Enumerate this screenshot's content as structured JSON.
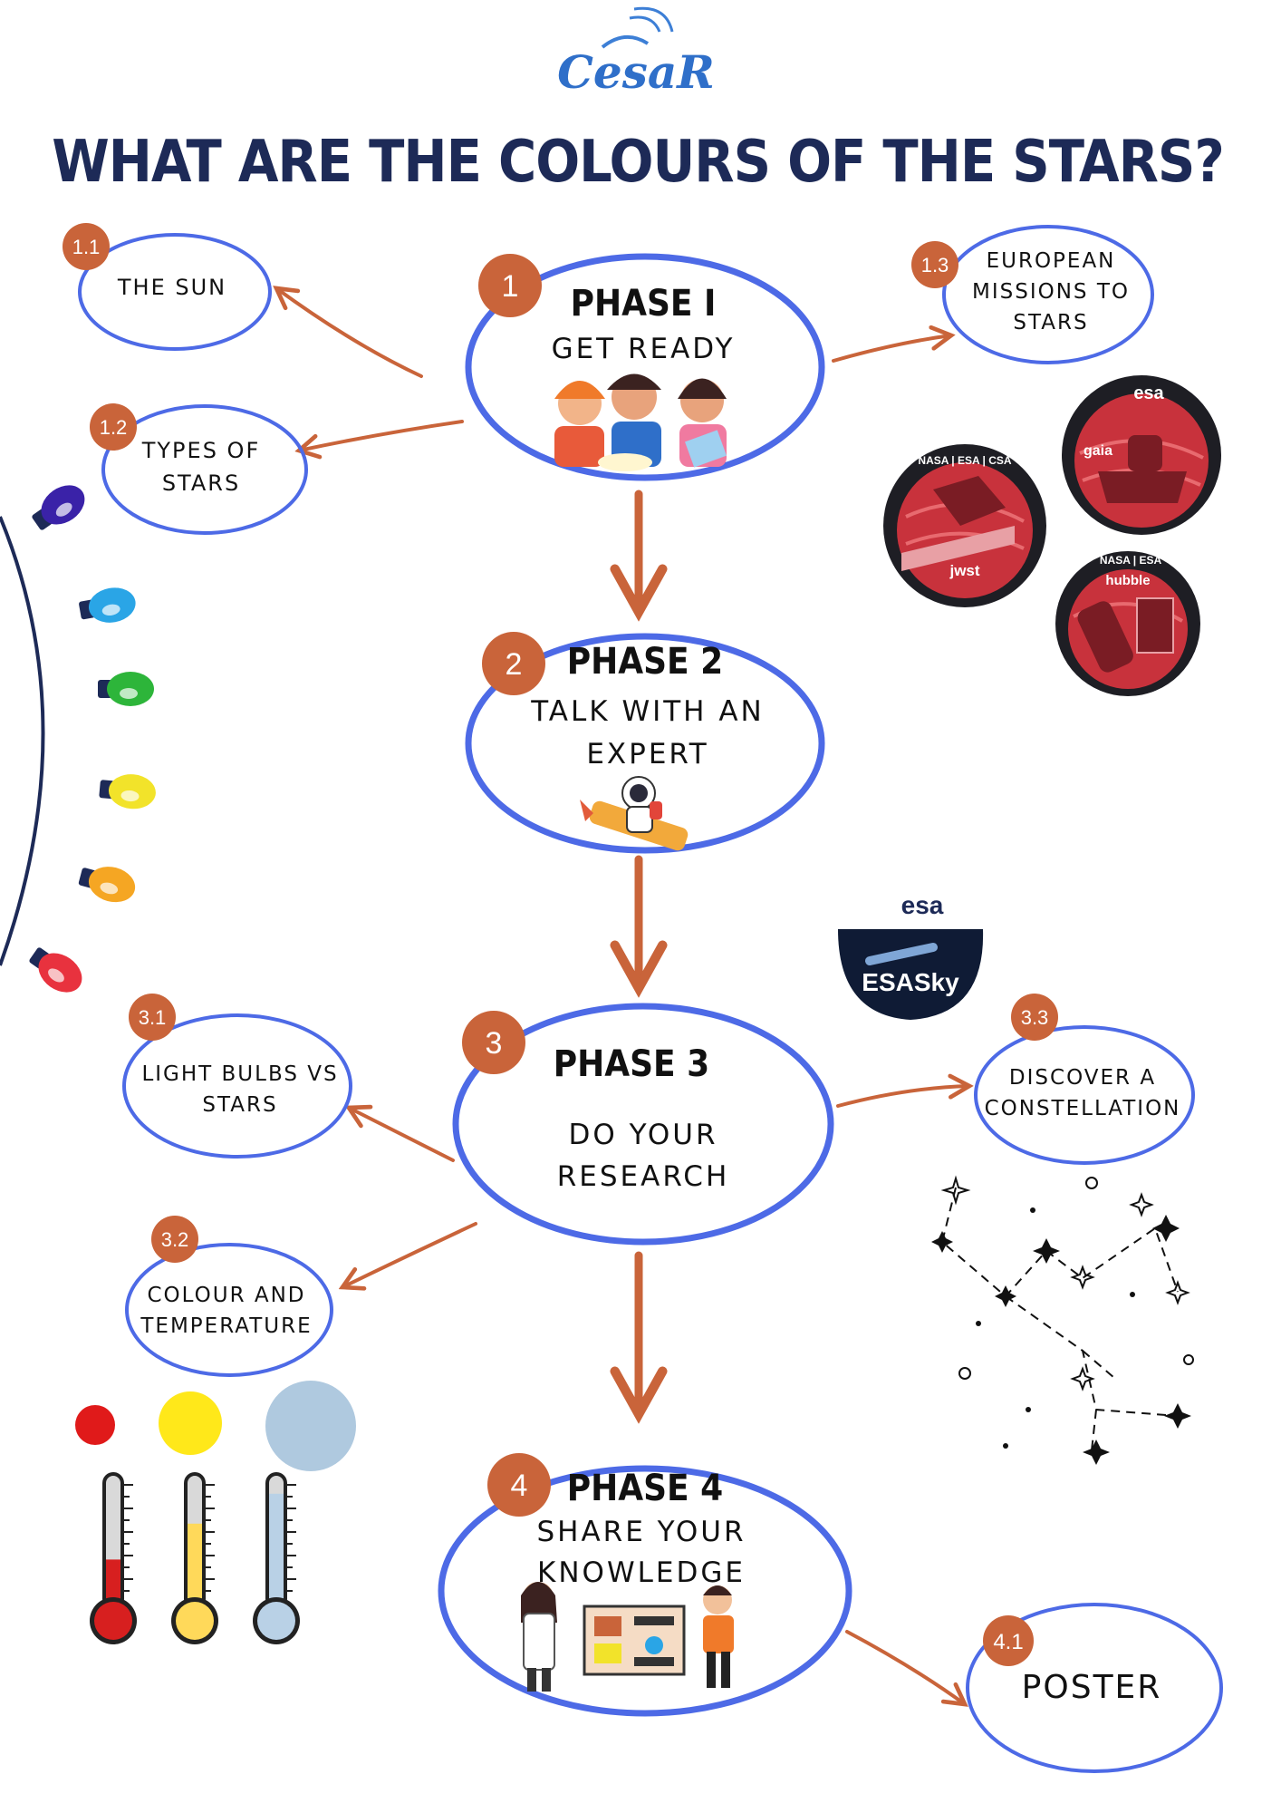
{
  "logo": {
    "text": "CesaR"
  },
  "title": "WHAT ARE THE COLOURS OF THE STARS?",
  "phases": [
    {
      "number": "1",
      "title": "PHASE I",
      "subtitle_lines": [
        "GET READY"
      ]
    },
    {
      "number": "2",
      "title": "PHASE 2",
      "subtitle_lines": [
        "TALK WITH AN",
        "EXPERT"
      ]
    },
    {
      "number": "3",
      "title": "PHASE 3",
      "subtitle_lines": [
        "DO YOUR",
        "RESEARCH"
      ]
    },
    {
      "number": "4",
      "title": "PHASE 4",
      "subtitle_lines": [
        "SHARE YOUR",
        "KNOWLEDGE"
      ]
    }
  ],
  "subtopics": [
    {
      "number": "1.1",
      "lines": [
        "THE SUN"
      ]
    },
    {
      "number": "1.2",
      "lines": [
        "TYPES OF",
        "STARS"
      ]
    },
    {
      "number": "1.3",
      "lines": [
        "EUROPEAN",
        "MISSIONS TO",
        "STARS"
      ]
    },
    {
      "number": "3.1",
      "lines": [
        "LIGHT BULBS VS",
        "STARS"
      ]
    },
    {
      "number": "3.2",
      "lines": [
        "COLOUR AND",
        "TEMPERATURE"
      ]
    },
    {
      "number": "3.3",
      "lines": [
        "DISCOVER A",
        "CONSTELLATION"
      ]
    },
    {
      "number": "4.1",
      "lines": [
        "POSTER"
      ]
    }
  ],
  "missions": [
    {
      "name": "gaia",
      "agency": "esa"
    },
    {
      "name": "jwst",
      "agency": "NASA | ESA | CSA"
    },
    {
      "name": "hubble",
      "agency": "NASA | ESA"
    }
  ],
  "esasky": {
    "agency": "esa",
    "name": "ESASky"
  },
  "colors": {
    "outline_blue": "#4d6ae6",
    "accent_orange": "#c9643a",
    "title_navy": "#1d2a57",
    "mission_red": "#c8323c",
    "mission_dark": "#1e1e24"
  },
  "temperature_dots": [
    {
      "color": "#e01a1a"
    },
    {
      "color": "#ffe81a"
    },
    {
      "color": "#afc9df"
    }
  ],
  "thermometers": [
    {
      "color": "#d71f1f",
      "level": 0.3
    },
    {
      "color": "#ffd95a",
      "level": 0.6
    },
    {
      "color": "#b9d1e6",
      "level": 0.85
    }
  ],
  "bulb_colors": [
    "#3a22a8",
    "#2aa5e6",
    "#2db53a",
    "#f2e32a",
    "#f5a623",
    "#e8323e"
  ]
}
